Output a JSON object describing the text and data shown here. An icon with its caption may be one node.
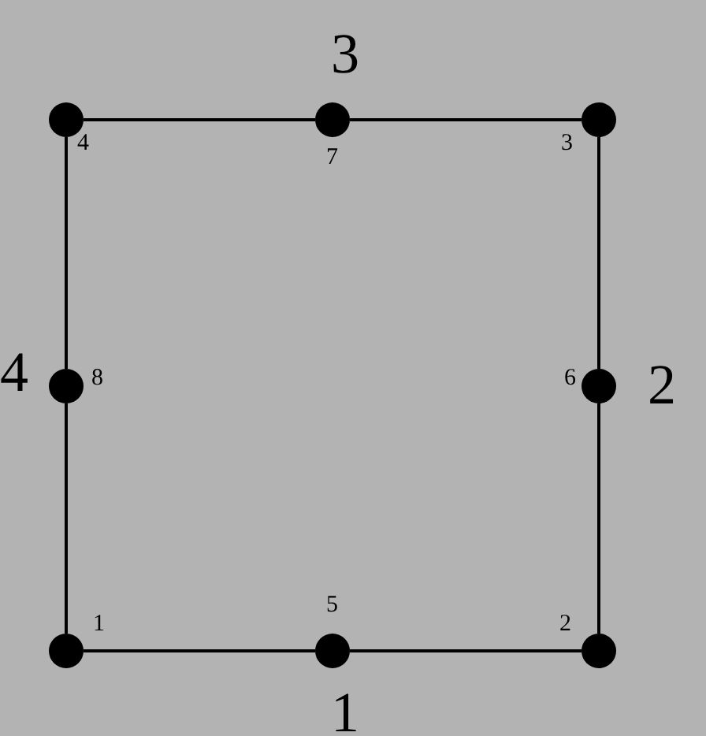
{
  "diagram": {
    "nodes": [
      {
        "text": [],
        "shape": "circle",
        "beside": [
          "4"
        ]
      },
      {
        "text": [],
        "shape": "circle",
        "beside": [
          "7"
        ]
      },
      {
        "text": [],
        "shape": "circle",
        "beside": [
          "3"
        ]
      },
      {
        "text": [],
        "shape": "circle",
        "beside": [
          "8"
        ]
      },
      {
        "text": [],
        "shape": "circle",
        "beside": [
          "6"
        ]
      },
      {
        "text": [],
        "shape": "circle",
        "beside": [
          "1"
        ]
      },
      {
        "text": [],
        "shape": "circle",
        "beside": [
          "5"
        ]
      },
      {
        "text": [],
        "shape": "circle",
        "beside": [
          "2"
        ]
      }
    ],
    "edges": [
      {
        "from": 0,
        "to": 1,
        "arrow": "none"
      },
      {
        "from": 1,
        "to": 2,
        "arrow": "none"
      },
      {
        "from": 2,
        "to": 4,
        "arrow": "none"
      },
      {
        "from": 4,
        "to": 7,
        "arrow": "none"
      },
      {
        "from": 7,
        "to": 6,
        "arrow": "none"
      },
      {
        "from": 6,
        "to": 5,
        "arrow": "none"
      },
      {
        "from": 5,
        "to": 3,
        "arrow": "none"
      },
      {
        "from": 3,
        "to": 0,
        "arrow": "none"
      }
    ],
    "labels": [
      "3",
      "4",
      "2",
      "1"
    ]
  }
}
